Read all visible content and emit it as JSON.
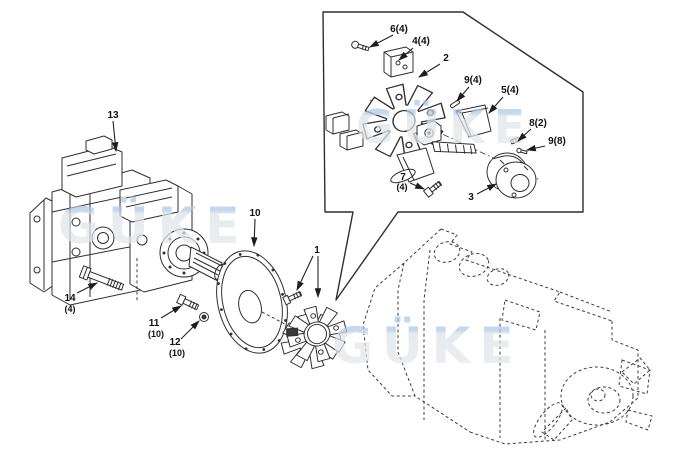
{
  "diagram": {
    "title": "pump-coupling-exploded-parts-diagram",
    "watermark": {
      "text": "GÜKE"
    },
    "colors": {
      "line": "#2f2f2f",
      "dashed_outline": "#3c3c3c",
      "watermark_gray": "#dee3e9",
      "watermark_blue": "#aec8e6",
      "background": "#ffffff"
    },
    "callouts": {
      "c1": {
        "label": "1"
      },
      "c2": {
        "label": "2"
      },
      "c3": {
        "label": "3"
      },
      "c4": {
        "label": "4(4)"
      },
      "c5": {
        "label": "5(4)"
      },
      "c6": {
        "label": "6(4)"
      },
      "c7": {
        "label": "7",
        "qty": "(4)"
      },
      "c8": {
        "label": "8(2)"
      },
      "c9a": {
        "label": "9(4)"
      },
      "c9b": {
        "label": "9(8)"
      },
      "c10": {
        "label": "10"
      },
      "c11": {
        "label": "11",
        "qty": "(10)"
      },
      "c12": {
        "label": "12",
        "qty": "(10)"
      },
      "c13": {
        "label": "13"
      },
      "c14": {
        "label": "14",
        "qty": "(4)"
      }
    }
  }
}
